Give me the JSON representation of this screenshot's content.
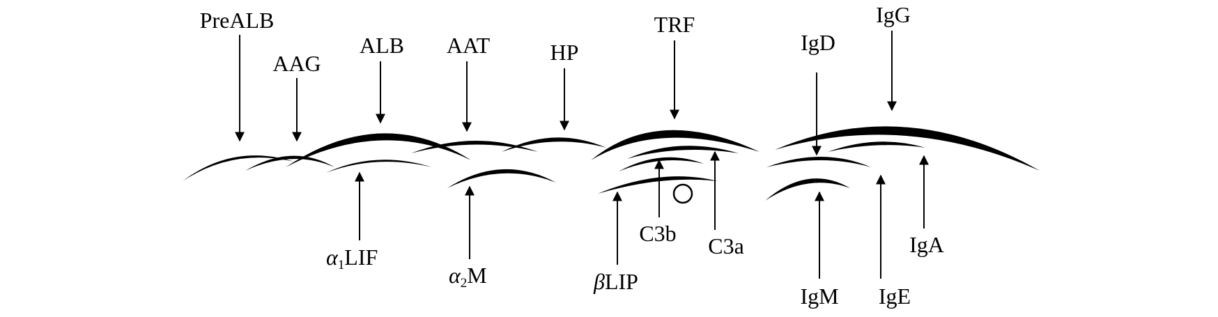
{
  "diagram": {
    "labels": {
      "prealb": "PreALB",
      "aag": "AAG",
      "alb": "ALB",
      "aat": "AAT",
      "hp": "HP",
      "trf": "TRF",
      "igd": "IgD",
      "igg": "IgG",
      "a1lif_greek": "α",
      "a1lif_sub": "1",
      "a1lif_rest": "LIF",
      "a2m_greek": "α",
      "a2m_sub": "2",
      "a2m_rest": "M",
      "blip_greek": "β",
      "blip_rest": "LIP",
      "c3b": "C3b",
      "c3a": "C3a",
      "igm": "IgM",
      "ige": "IgE",
      "iga": "IgA"
    }
  }
}
